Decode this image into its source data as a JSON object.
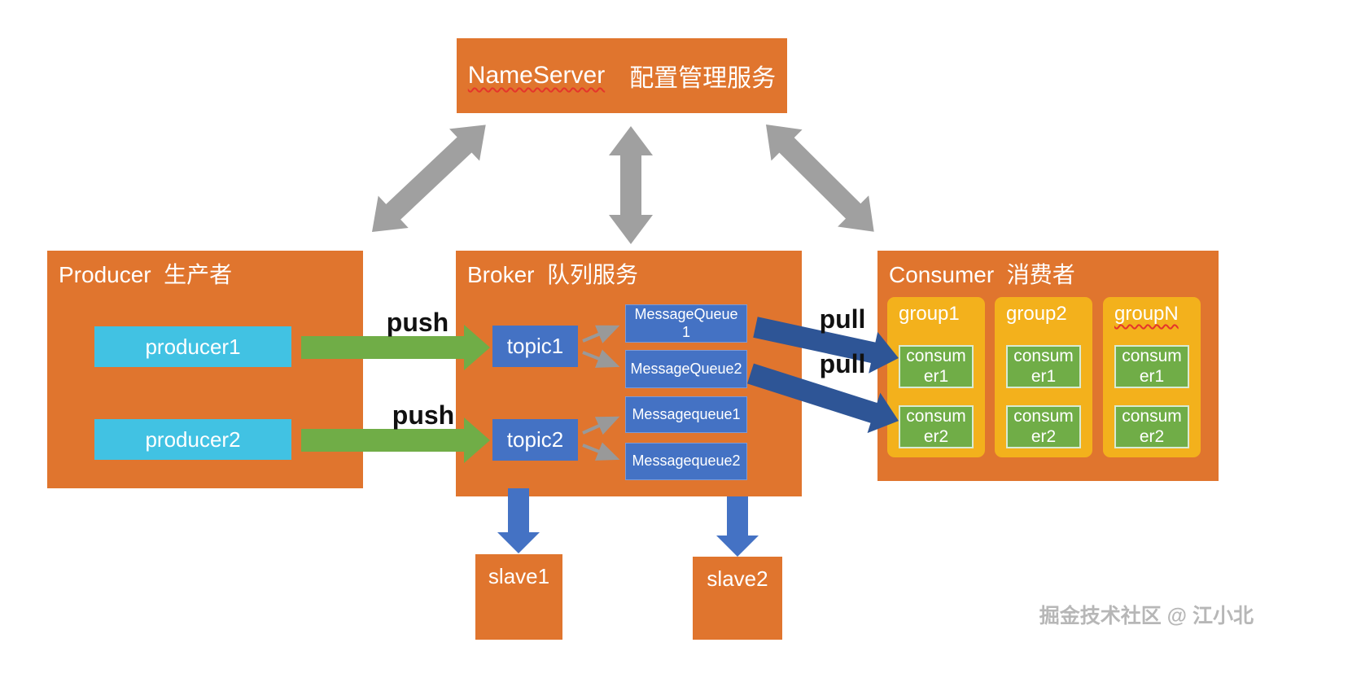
{
  "nameserver": {
    "name": "NameServer",
    "desc": "配置管理服务"
  },
  "producer": {
    "title": "Producer  生产者",
    "nodes": [
      "producer1",
      "producer2"
    ]
  },
  "broker": {
    "title": "Broker  队列服务",
    "topics": [
      "topic1",
      "topic2"
    ],
    "queues": [
      "MessageQueue 1",
      "MessageQueue2",
      "Messagequeue1",
      "Messagequeue2"
    ]
  },
  "consumer": {
    "title": "Consumer  消费者",
    "groups": [
      {
        "name": "group1",
        "members": [
          "consumer1",
          "consumer2"
        ]
      },
      {
        "name": "group2",
        "members": [
          "consumer1",
          "consumer2"
        ]
      },
      {
        "name": "groupN",
        "members": [
          "consumer1",
          "consumer2"
        ]
      }
    ]
  },
  "edges": {
    "push_top": "push",
    "push_bottom": "push",
    "pull_top": "pull",
    "pull_bottom": "pull"
  },
  "slaves": [
    "slave1",
    "slave2"
  ],
  "watermark": "掘金技术社区 @ 江小北",
  "colors": {
    "orange": "#e0752e",
    "cyan": "#41c2e3",
    "blue": "#4472c4",
    "green": "#70ad47",
    "dark_blue": "#2e5596",
    "gold": "#f3b11c",
    "gray_arrow": "#a0a0a0",
    "underline_red": "#e5352b"
  }
}
